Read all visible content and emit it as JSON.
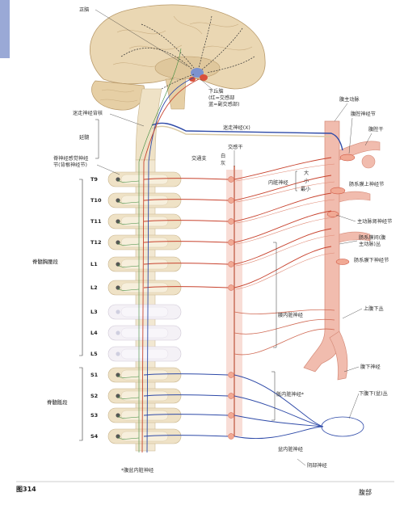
{
  "brain_labels": {
    "cortex": "正脑",
    "hypothalamus": "下丘脑",
    "hypothalamus_sub": "(红=交感部",
    "hypothalamus_sub2": "蓝=副交感部)",
    "vagus_dorsal_nucleus": "迷走神经背核",
    "medulla": "延髓",
    "spinal_ganglion": "脊神经感觉神经",
    "spinal_ganglion2": "节(背根神经节)"
  },
  "center_labels": {
    "vagus_nerve": "迷走神经(X)",
    "sympathetic_trunk": "交感干",
    "communicating_branch": "交通支",
    "white": "白",
    "gray": "灰",
    "splanchnic": "内脏神经",
    "greater": "大",
    "lesser": "小",
    "least": "最小",
    "lumbar_splanchnic": "腰内脏神经",
    "sacral_splanchnic": "骶内脏神经*",
    "pelvic_splanchnic": "盆内脏神经",
    "pudendal": "阴部神经",
    "footnote": "*腹盆内脏神经"
  },
  "right_labels": {
    "abdominal_aorta": "腹主动脉",
    "celiac_ganglion": "腹腔神经节",
    "celiac_trunk": "腹腔干",
    "superior_mesenteric_ganglion": "肠系膜上神经节",
    "aorticorenal_ganglion": "主动脉肾神经节",
    "intermesenteric_plexus": "肠系膜间(腹",
    "intermesenteric_plexus2": "主动脉)丛",
    "inferior_mesenteric_ganglion": "肠系膜下神经节",
    "superior_hypogastric_plexus": "上腹下丛",
    "hypogastric_nerve": "腹下神经",
    "inferior_hypogastric_plexus": "下腹下(盆)丛"
  },
  "segments": {
    "thoracolumbar": "脊髓胸腰段",
    "sacral": "脊髓骶段",
    "levels": [
      "T9",
      "T10",
      "T11",
      "T12",
      "L1",
      "L2",
      "L3",
      "L4",
      "L5",
      "S1",
      "S2",
      "S3",
      "S4"
    ]
  },
  "footer": {
    "figure_number": "图314",
    "region": "腹部"
  },
  "colors": {
    "sympathetic": "#c8432e",
    "parasympathetic": "#2e4aa8",
    "sensory": "#3c8a3c",
    "pink": "#f1bcae",
    "bone": "#efe2c6"
  }
}
